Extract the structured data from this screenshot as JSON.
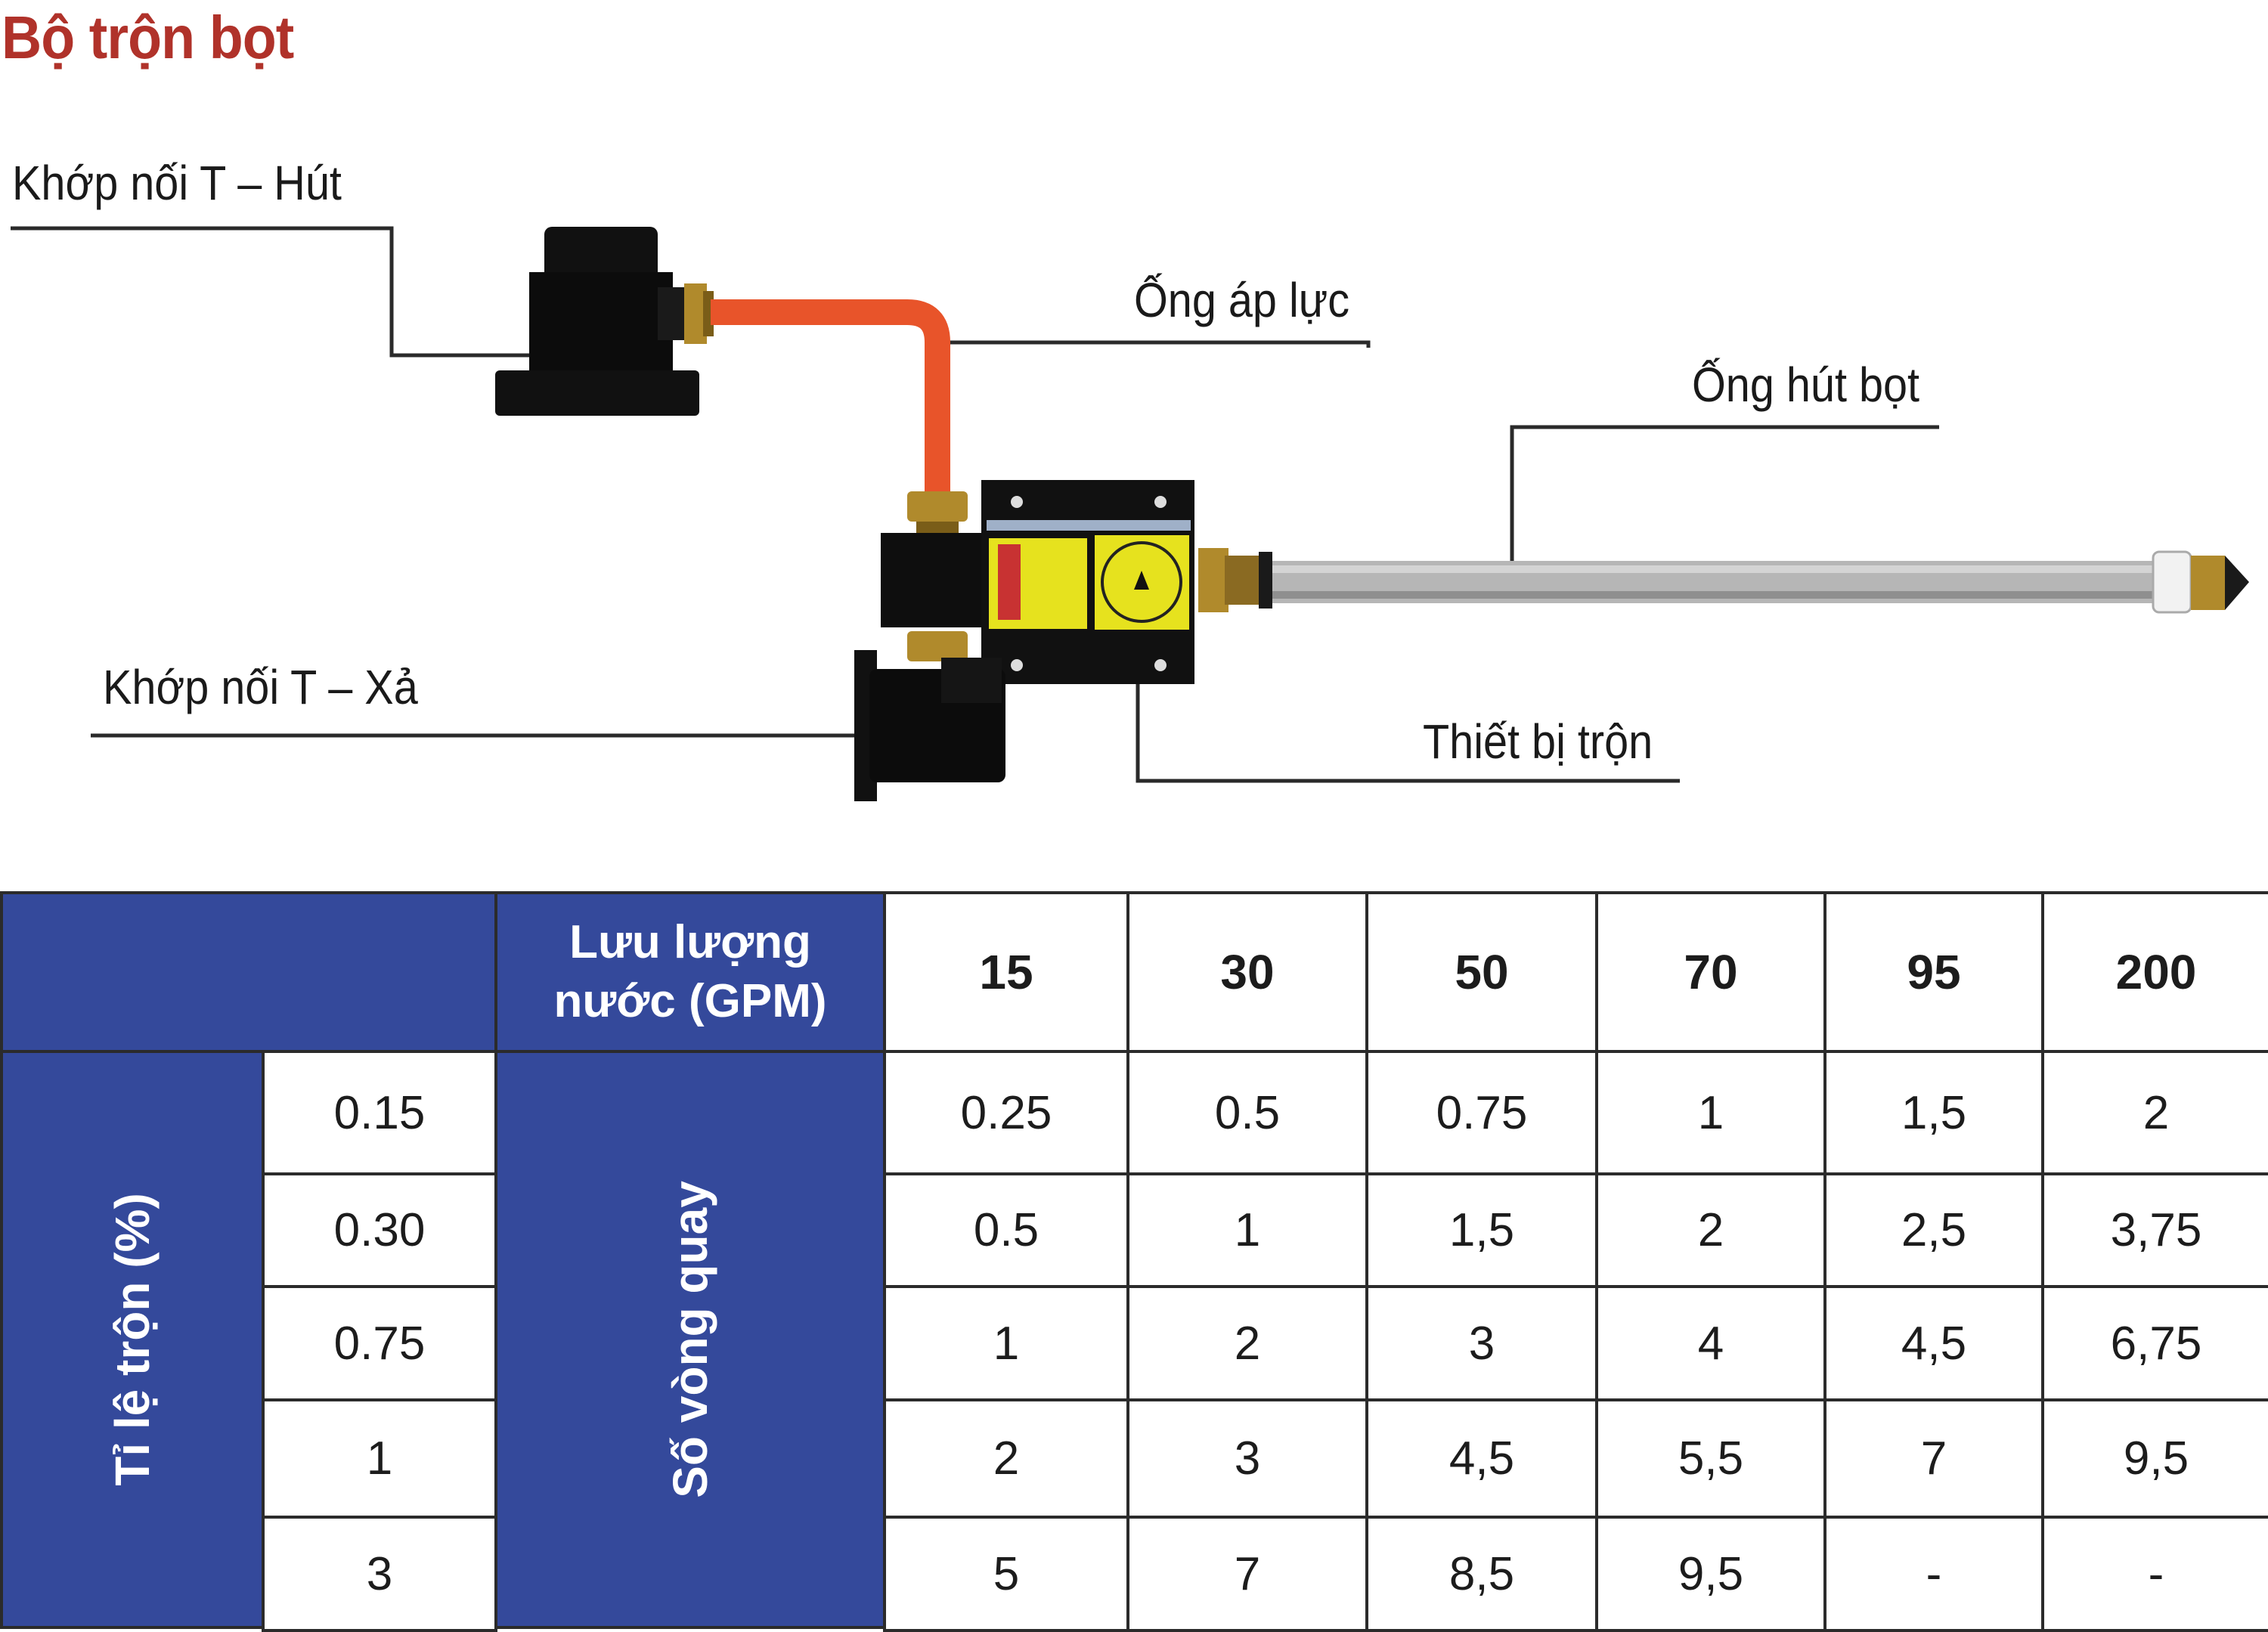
{
  "title": "Bộ trộn bọt",
  "diagram": {
    "labels": {
      "t_suction": "Khớp nối T – Hút",
      "pressure_hose": "Ống áp lực",
      "foam_suction_hose": "Ống hút bọt",
      "t_discharge": "Khớp nối T – Xả",
      "mixer": "Thiết bị trộn"
    }
  },
  "table": {
    "flow_header": "Lưu lượng nước (GPM)",
    "flow_header_line1": "Lưu lượng",
    "flow_header_line2": "nước (GPM)",
    "ratio_header": "Tỉ lệ trộn (%)",
    "turns_header": "Số vòng quay",
    "flow_values": [
      "15",
      "30",
      "50",
      "70",
      "95",
      "200"
    ],
    "rows": [
      {
        "ratio": "0.15",
        "values": [
          "0.25",
          "0.5",
          "0.75",
          "1",
          "1,5",
          "2"
        ]
      },
      {
        "ratio": "0.30",
        "values": [
          "0.5",
          "1",
          "1,5",
          "2",
          "2,5",
          "3,75"
        ]
      },
      {
        "ratio": "0.75",
        "values": [
          "1",
          "2",
          "3",
          "4",
          "4,5",
          "6,75"
        ]
      },
      {
        "ratio": "1",
        "values": [
          "2",
          "3",
          "4,5",
          "5,5",
          "7",
          "9,5"
        ]
      },
      {
        "ratio": "3",
        "values": [
          "5",
          "7",
          "8,5",
          "9,5",
          "-",
          "-"
        ]
      }
    ]
  },
  "colors": {
    "title": "#b0322a",
    "table_header": "#34499b",
    "hose_orange": "#e8542a",
    "mixer_yellow": "#e6e21e"
  }
}
